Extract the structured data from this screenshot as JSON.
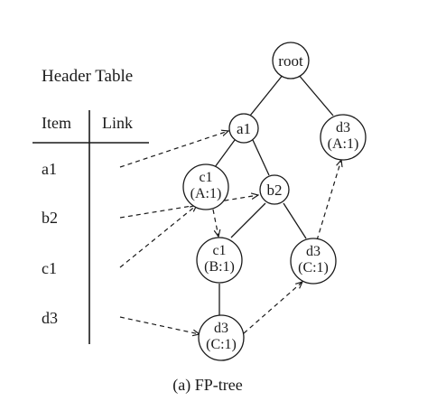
{
  "header_table": {
    "title": "Header Table",
    "col_item": "Item",
    "col_link": "Link",
    "rows": [
      {
        "item": "a1"
      },
      {
        "item": "b2"
      },
      {
        "item": "c1"
      },
      {
        "item": "d3"
      }
    ]
  },
  "tree": {
    "nodes": [
      {
        "id": "root",
        "label": "root",
        "sub": ""
      },
      {
        "id": "a1",
        "label": "a1",
        "sub": ""
      },
      {
        "id": "d3_top",
        "label": "d3",
        "sub": "(A:1)"
      },
      {
        "id": "c1_left",
        "label": "c1",
        "sub": "(A:1)"
      },
      {
        "id": "b2",
        "label": "b2",
        "sub": ""
      },
      {
        "id": "c1_mid",
        "label": "c1",
        "sub": "(B:1)"
      },
      {
        "id": "d3_right",
        "label": "d3",
        "sub": "(C:1)"
      },
      {
        "id": "d3_bottom",
        "label": "d3",
        "sub": "(C:1)"
      }
    ],
    "edges": [
      [
        "root",
        "a1"
      ],
      [
        "root",
        "d3_top"
      ],
      [
        "a1",
        "c1_left"
      ],
      [
        "a1",
        "b2"
      ],
      [
        "b2",
        "c1_mid"
      ],
      [
        "b2",
        "d3_right"
      ],
      [
        "c1_mid",
        "d3_bottom"
      ]
    ],
    "node_links": [
      [
        "c1_left",
        "c1_mid"
      ],
      [
        "d3_bottom",
        "d3_right"
      ],
      [
        "d3_right",
        "d3_top"
      ]
    ],
    "header_links": [
      [
        "a1",
        "a1"
      ],
      [
        "b2",
        "b2"
      ],
      [
        "c1",
        "c1_left"
      ],
      [
        "d3",
        "d3_bottom"
      ]
    ]
  },
  "caption": "(a) FP-tree"
}
